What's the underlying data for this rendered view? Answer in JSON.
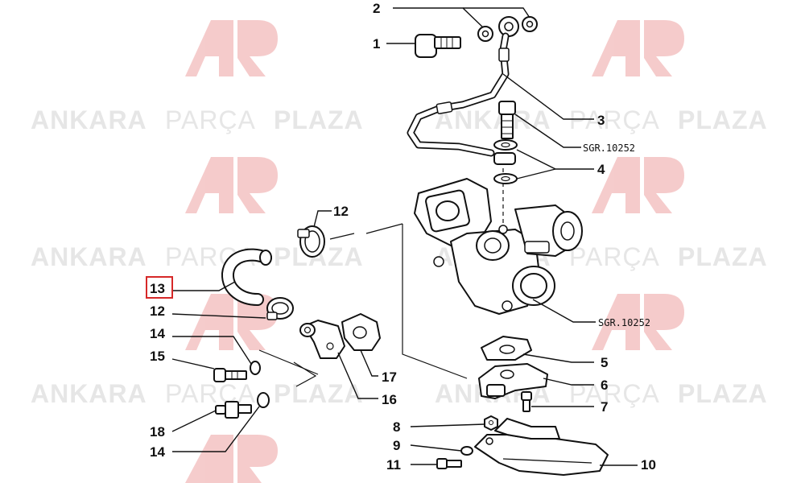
{
  "watermark": {
    "brand_bold_1": "ANKARA",
    "brand_light": "PARÇA",
    "brand_bold_2": "PLAZA",
    "logo_color": "#f4c6c6",
    "text_color": "#e6e6e6"
  },
  "highlight_color": "#d62828",
  "labels": {
    "l1": "1",
    "l2": "2",
    "l3": "3",
    "l4": "4",
    "l5": "5",
    "l6": "6",
    "l7": "7",
    "l8": "8",
    "l9": "9",
    "l10": "10",
    "l11": "11",
    "l12a": "12",
    "l12b": "12",
    "l13": "13",
    "l14a": "14",
    "l14b": "14",
    "l15": "15",
    "l16": "16",
    "l17": "17",
    "l18": "18"
  },
  "refs": {
    "sgr_top": "SGR.10252",
    "sgr_bottom": "SGR.10252"
  }
}
